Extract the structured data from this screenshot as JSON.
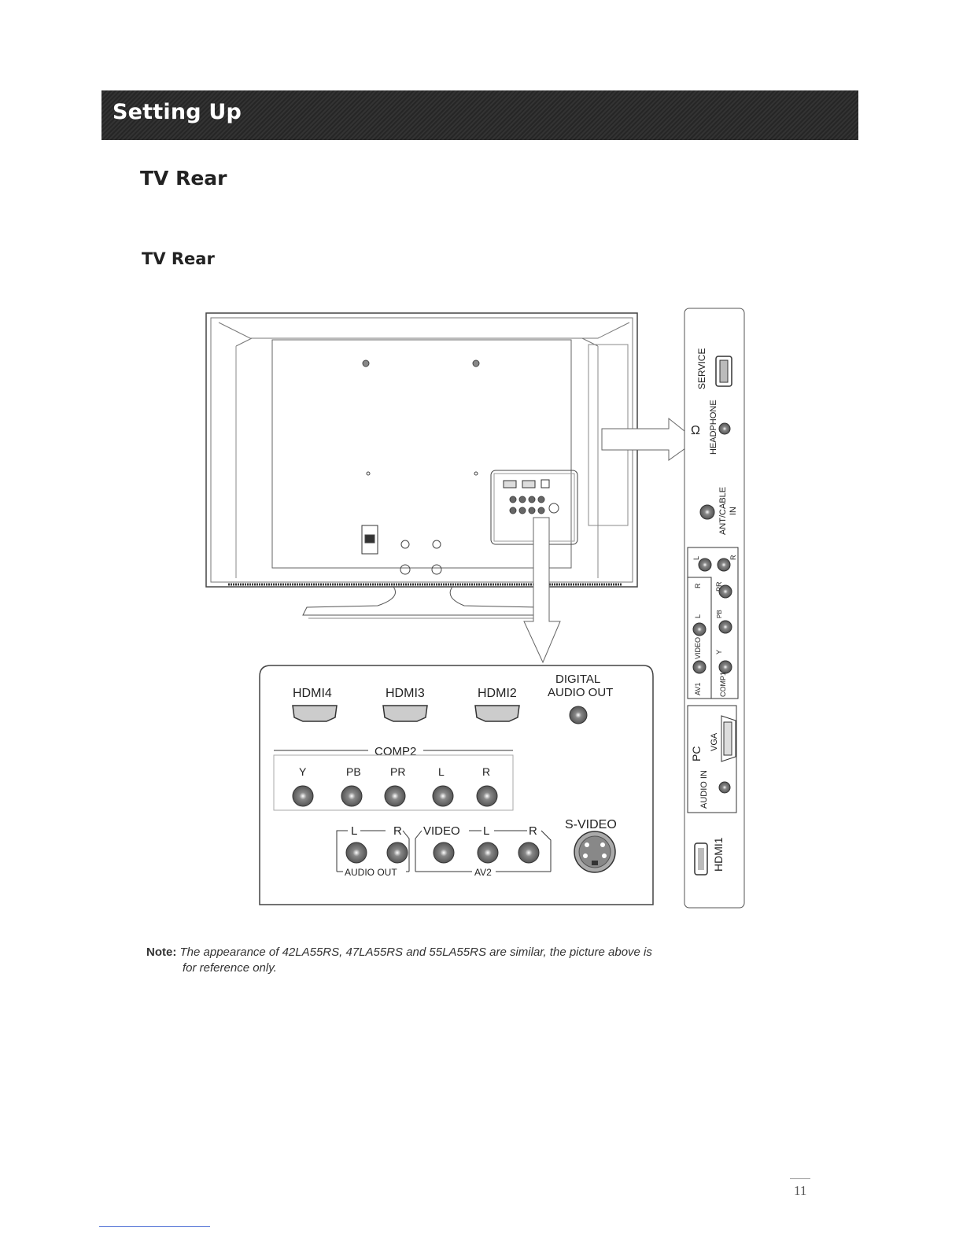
{
  "header": {
    "title": "Setting Up"
  },
  "section_title": "TV Rear",
  "figure_title": "TV Rear",
  "side_panel": {
    "service": "SERVICE",
    "headphone": "HEADPHONE",
    "ant_cable": "ANT/CABLE",
    "in": "IN",
    "l": "L",
    "r": "R",
    "pr": "PR",
    "pb": "PB",
    "video": "VIDEO",
    "y": "Y",
    "av1": "AV1",
    "comp1": "COMP1",
    "pc": "PC",
    "vga": "VGA",
    "audio_in": "AUDIO IN",
    "hdmi1": "HDMI1"
  },
  "bottom_panel": {
    "hdmi4": "HDMI4",
    "hdmi3": "HDMI3",
    "hdmi2": "HDMI2",
    "digital": "DIGITAL",
    "audio_out_digital": "AUDIO OUT",
    "comp2": "COMP2",
    "y": "Y",
    "pb": "PB",
    "pr": "PR",
    "l": "L",
    "r": "R",
    "l2": "L",
    "r2": "R",
    "video": "VIDEO",
    "l3": "L",
    "r3": "R",
    "s_video": "S-VIDEO",
    "audio_out": "AUDIO OUT",
    "av2": "AV2"
  },
  "note": {
    "label": "Note:",
    "line1": "The appearance of 42LA55RS, 47LA55RS and 55LA55RS are similar, the picture above is",
    "line2": "for reference only."
  },
  "page_number": "11"
}
